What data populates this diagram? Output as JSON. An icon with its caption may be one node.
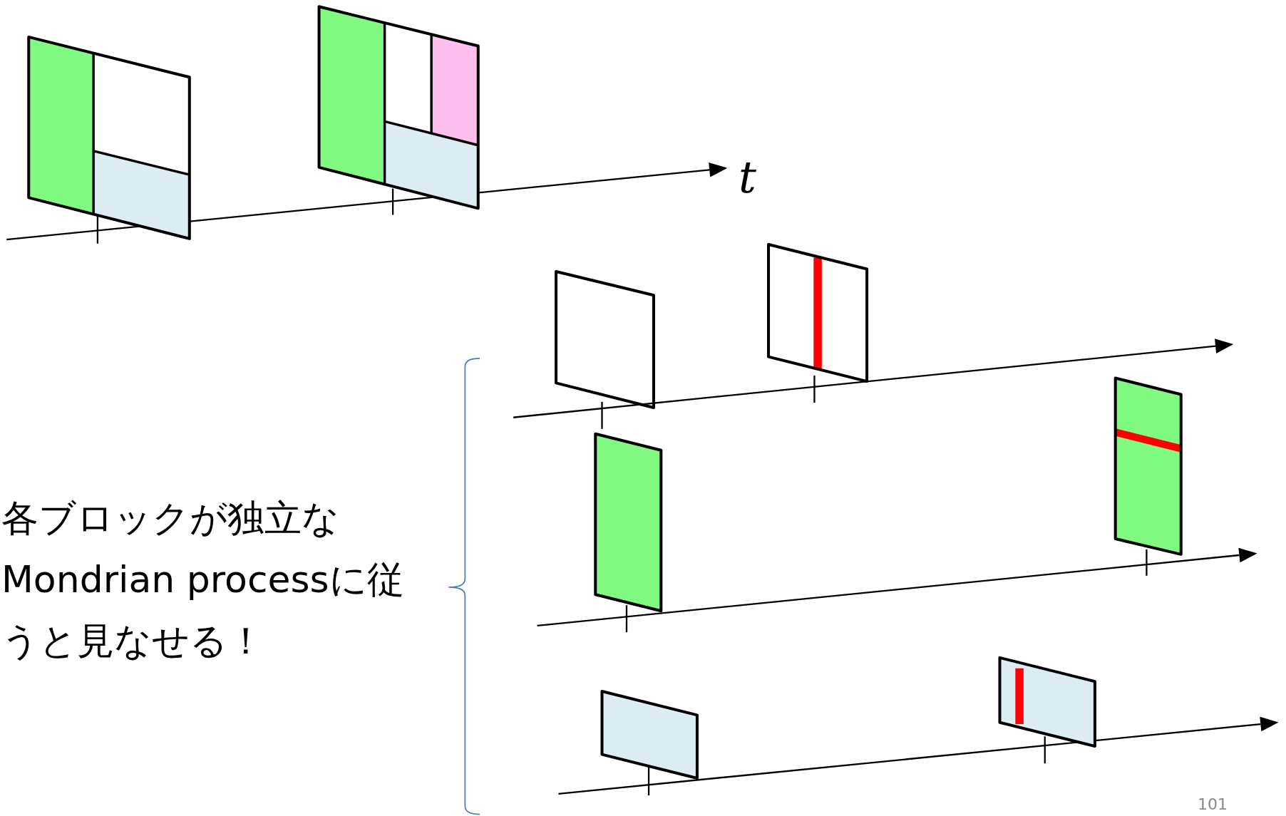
{
  "diagram": {
    "labels": [
      "t",
      "各ブロックが独立なMondrian processに従うと見なせる！",
      "101"
    ]
  }
}
